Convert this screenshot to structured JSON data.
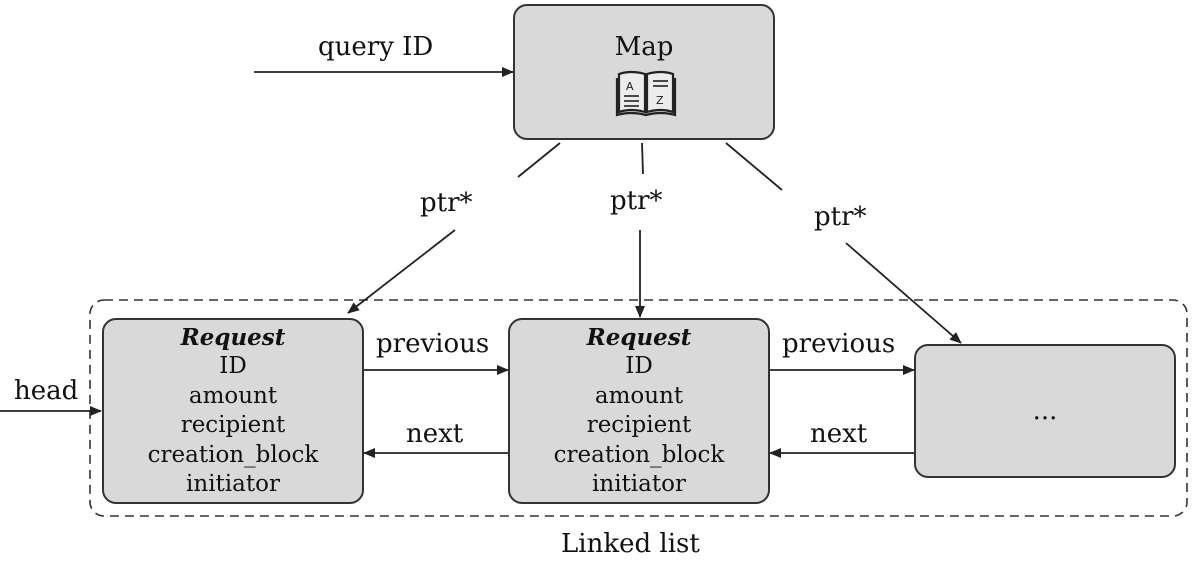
{
  "map": {
    "title": "Map",
    "icon": "dictionary-book-icon"
  },
  "labels": {
    "query_id": "query ID",
    "ptr_left": "ptr*",
    "ptr_mid": "ptr*",
    "ptr_right": "ptr*",
    "head": "head",
    "previous_1": "previous",
    "previous_2": "previous",
    "next_1": "next",
    "next_2": "next",
    "linked_list": "Linked list"
  },
  "nodes": [
    {
      "title": "Request",
      "fields": [
        "ID",
        "amount",
        "recipient",
        "creation_block",
        "initiator"
      ]
    },
    {
      "title": "Request",
      "fields": [
        "ID",
        "amount",
        "recipient",
        "creation_block",
        "initiator"
      ]
    }
  ],
  "ellipsis": "..."
}
